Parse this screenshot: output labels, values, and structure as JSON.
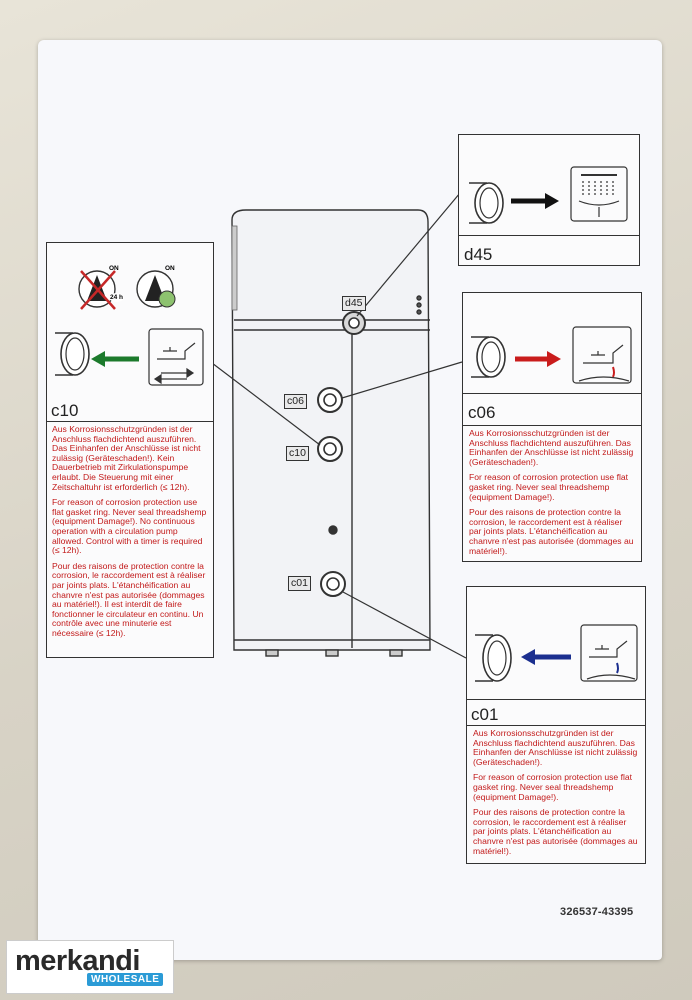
{
  "connections": {
    "d45": {
      "code": "d45"
    },
    "c06": {
      "code": "c06"
    },
    "c10": {
      "code": "c10"
    },
    "c01": {
      "code": "c01"
    }
  },
  "badges": {
    "on_left": "ON",
    "on_right": "ON",
    "timer": "24 h"
  },
  "warnings": {
    "c10": [
      "Aus Korrosionsschutzgründen ist der Anschluss flachdichtend auszuführen. Das Einhanfen der Anschlüsse ist nicht zulässig (Geräteschaden!). Kein Dauerbetrieb mit Zirkulationspumpe erlaubt. Die Steuerung mit einer Zeitschaltuhr ist erforderlich (≤ 12h).",
      "For reason of corrosion protection use flat gasket ring. Never seal threadshemp (equipment Damage!). No continuous operation with a circulation pump allowed. Control with a timer is required (≤ 12h).",
      "Pour des raisons de protection contre la corrosion, le raccordement est à réaliser par joints plats. L'étanchéification au chanvre n'est pas autorisée (dommages au matériel!). Il est interdit de faire fonctionner le circulateur en continu. Un contrôle avec une minuterie est nécessaire (≤ 12h)."
    ],
    "c06": [
      "Aus Korrosionsschutzgründen ist der Anschluss flachdichtend auszuführen. Das Einhanfen der Anschlüsse ist nicht zulässig (Geräteschaden!).",
      "For reason of corrosion protection use flat gasket ring. Never seal threadshemp (equipment Damage!).",
      "Pour des raisons de protection contre la corrosion, le raccordement est à réaliser par joints plats. L'étanchéification au chanvre n'est pas autorisée (dommages au matériel!)."
    ],
    "c01": [
      "Aus Korrosionsschutzgründen ist der Anschluss flachdichtend auszuführen. Das Einhanfen der Anschlüsse ist nicht zulässig (Geräteschaden!).",
      "For reason of corrosion protection use flat gasket ring. Never seal threadshemp (equipment Damage!).",
      "Pour des raisons de protection contre la corrosion, le raccordement est à réaliser par joints plats. L'étanchéification au chanvre n'est pas autorisée (dommages au matériel!)."
    ]
  },
  "document_number": "326537-43395",
  "watermark": {
    "brand": "merkandi",
    "sub": "WHOLESALE"
  },
  "colors": {
    "warning_text": "#c21a1a",
    "arrow_out": "#111111",
    "arrow_hot": "#c91c1c",
    "arrow_cold": "#1b2f8f",
    "arrow_circ": "#1c7a2c",
    "logo_accent": "#2b9bd6"
  },
  "icons": [
    "shower-drain-icon",
    "hot-tap-icon",
    "cold-tap-icon",
    "circulation-tap-icon",
    "pump-crossed-icon",
    "pump-on-icon",
    "pipe-end-icon",
    "arrow-icon"
  ]
}
